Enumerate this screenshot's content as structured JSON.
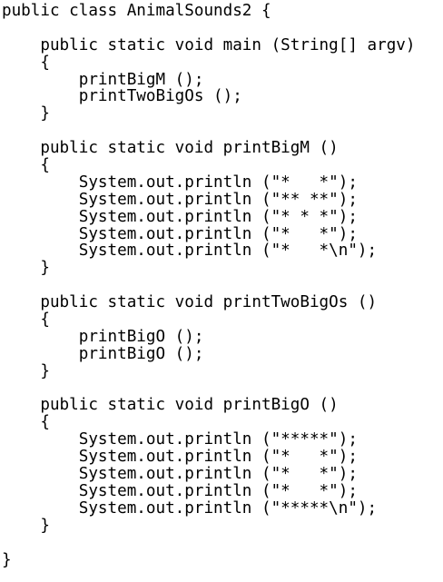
{
  "code": {
    "lines": [
      "public class AnimalSounds2 {",
      "",
      "    public static void main (String[] argv)",
      "    {",
      "        printBigM ();",
      "        printTwoBigOs ();",
      "    }",
      "",
      "    public static void printBigM ()",
      "    {",
      "        System.out.println (\"*   *\");",
      "        System.out.println (\"** **\");",
      "        System.out.println (\"* * *\");",
      "        System.out.println (\"*   *\");",
      "        System.out.println (\"*   *\\n\");",
      "    }",
      "",
      "    public static void printTwoBigOs ()",
      "    {",
      "        printBigO ();",
      "        printBigO ();",
      "    }",
      "",
      "    public static void printBigO ()",
      "    {",
      "        System.out.println (\"*****\");",
      "        System.out.println (\"*   *\");",
      "        System.out.println (\"*   *\");",
      "        System.out.println (\"*   *\");",
      "        System.out.println (\"*****\\n\");",
      "    }",
      "",
      "}"
    ]
  }
}
